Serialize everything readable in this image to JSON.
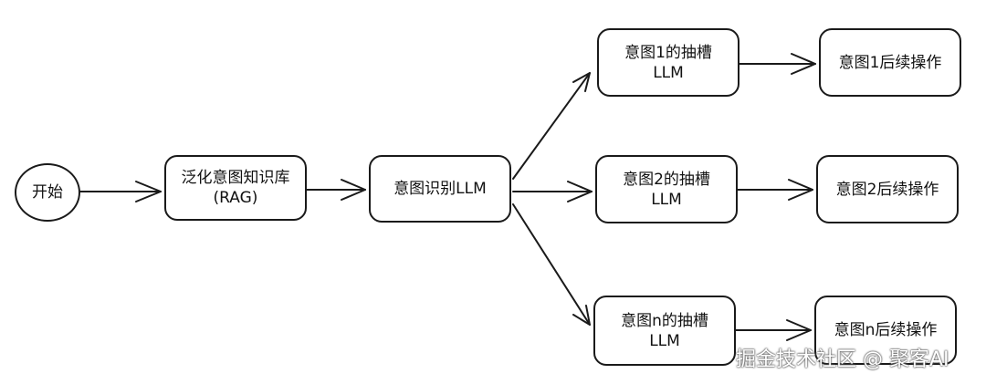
{
  "nodes": {
    "start": "开始",
    "rag": [
      "泛化意图知识库",
      "(RAG)"
    ],
    "intent": "意图识别LLM",
    "slot1": [
      "意图1的抽槽",
      "LLM"
    ],
    "slot2": [
      "意图2的抽槽",
      "LLM"
    ],
    "slotn": [
      "意图n的抽槽",
      "LLM"
    ],
    "op1": "意图1后续操作",
    "op2": "意图2后续操作",
    "opn": "意图n后续操作"
  },
  "watermark": "掘金技术社区 @ 聚客AI",
  "colors": {
    "stroke": "#1a1a1a",
    "background": "#ffffff"
  }
}
